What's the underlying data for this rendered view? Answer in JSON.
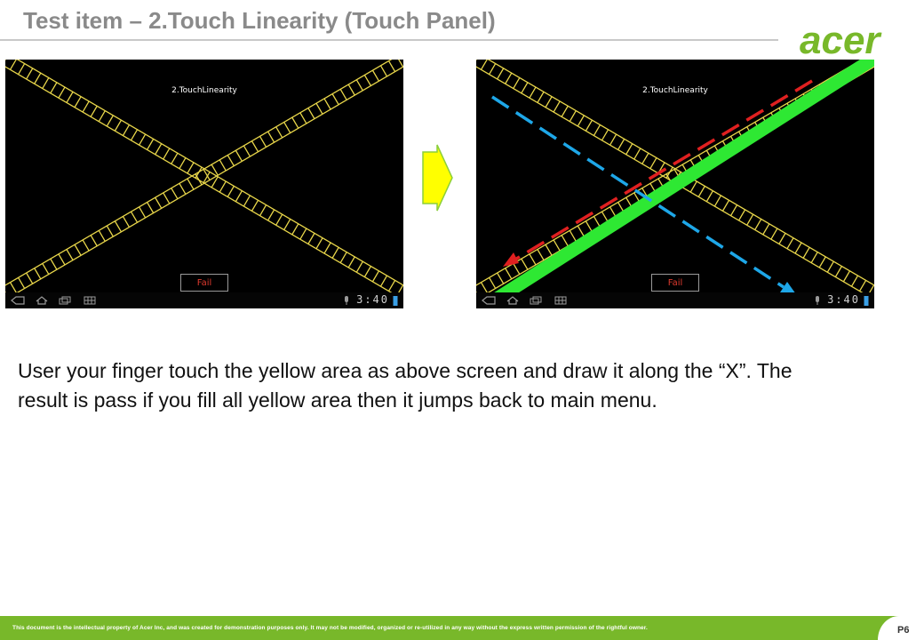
{
  "header": {
    "title": "Test item – 2.Touch Linearity (Touch Panel)",
    "logo_text": "acer"
  },
  "colors": {
    "brand_green": "#78b82a",
    "grid_yellow": "#e8d64a",
    "fill_green": "#2ee833",
    "red_arrow": "#e02020",
    "blue_arrow": "#1ea7e8",
    "step_arrow_fill": "#ffff00",
    "step_arrow_stroke": "#8ccf3a"
  },
  "screens": [
    {
      "title": "2.TouchLinearity",
      "button_label": "Fail",
      "clock": "3:40"
    },
    {
      "title": "2.TouchLinearity",
      "button_label": "Fail",
      "clock": "3:40"
    }
  ],
  "icons": {
    "step_arrow": "right-arrow-icon",
    "nav": [
      "back-icon",
      "home-icon",
      "recent-apps-icon",
      "menu-grid-icon"
    ],
    "status": [
      "mic-icon",
      "battery-icon"
    ]
  },
  "description": "User your finger touch the yellow area as above screen and draw it along the “X”. The result is pass if you fill all yellow area then it jumps back to main menu.",
  "footer": {
    "disclaimer": "This document is the intellectual property of Acer Inc, and was created for demonstration purposes only.  It may not be modified, organized or re-utilized in any way without the express written permission of the rightful owner.",
    "page_number": "P6"
  }
}
